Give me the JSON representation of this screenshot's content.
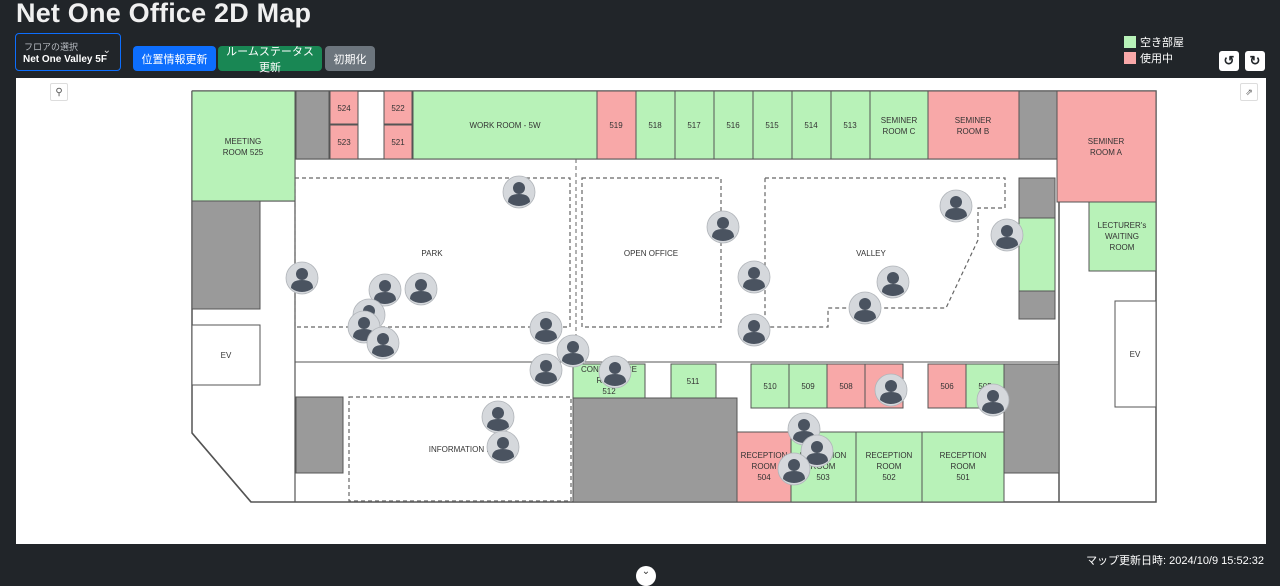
{
  "header": {
    "title": "Net One Office 2D Map"
  },
  "floor_select": {
    "label": "フロアの選択",
    "value": "Net One Valley 5F"
  },
  "buttons": {
    "location_update": "位置情報更新",
    "room_status_update": "ルームステータス更新",
    "reset": "初期化"
  },
  "legend": {
    "vacant": {
      "label": "空き部屋",
      "color": "#b8f2b8"
    },
    "occupied": {
      "label": "使用中",
      "color": "#f8a8a8"
    }
  },
  "map": {
    "rooms": {
      "meeting_525": [
        "MEETING",
        "ROOM 525"
      ],
      "r524": "524",
      "r523": "523",
      "r522": "522",
      "r521": "521",
      "work_room": "WORK ROOM - 5W",
      "r519": "519",
      "r518": "518",
      "r517": "517",
      "r516": "516",
      "r515": "515",
      "r514": "514",
      "r513": "513",
      "seminer_c": [
        "SEMINER",
        "ROOM C"
      ],
      "seminer_b": [
        "SEMINER",
        "ROOM B"
      ],
      "seminer_a": [
        "SEMINER",
        "ROOM A"
      ],
      "lecturers": [
        "LECTURER's",
        "WAITING",
        "ROOM"
      ],
      "ev_left": "EV",
      "ev_right": "EV",
      "park": "PARK",
      "open_office": "OPEN OFFICE",
      "valley": "VALLEY",
      "conference_512": [
        "CONFERENCE",
        "ROOM",
        "512"
      ],
      "r511": "511",
      "r510": "510",
      "r509": "509",
      "r508": "508",
      "r507": "507",
      "r506": "506",
      "r505": "505",
      "information": "INFORMATION HUB",
      "reception_504": [
        "RECEPTION",
        "ROOM",
        "504"
      ],
      "reception_503": [
        "RECEPTION",
        "ROOM",
        "503"
      ],
      "reception_502": [
        "RECEPTION",
        "ROOM",
        "502"
      ],
      "reception_501": [
        "RECEPTION",
        "ROOM",
        "501"
      ]
    }
  },
  "footer": {
    "update_time": "マップ更新日時: 2024/10/9 15:52:32"
  }
}
